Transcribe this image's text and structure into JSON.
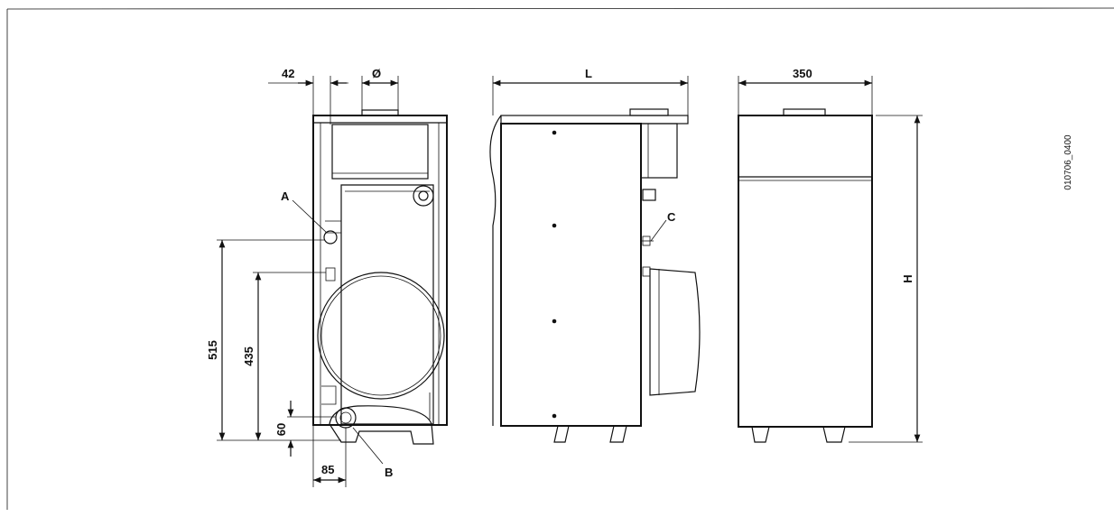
{
  "drawing_code": "010706_0400",
  "dimensions": {
    "d42": "42",
    "dia": "Ø",
    "length": "L",
    "width350": "350",
    "height": "H",
    "d515": "515",
    "d435": "435",
    "d60": "60",
    "d85": "85"
  },
  "callouts": {
    "a": "A",
    "b": "B",
    "c": "C"
  }
}
